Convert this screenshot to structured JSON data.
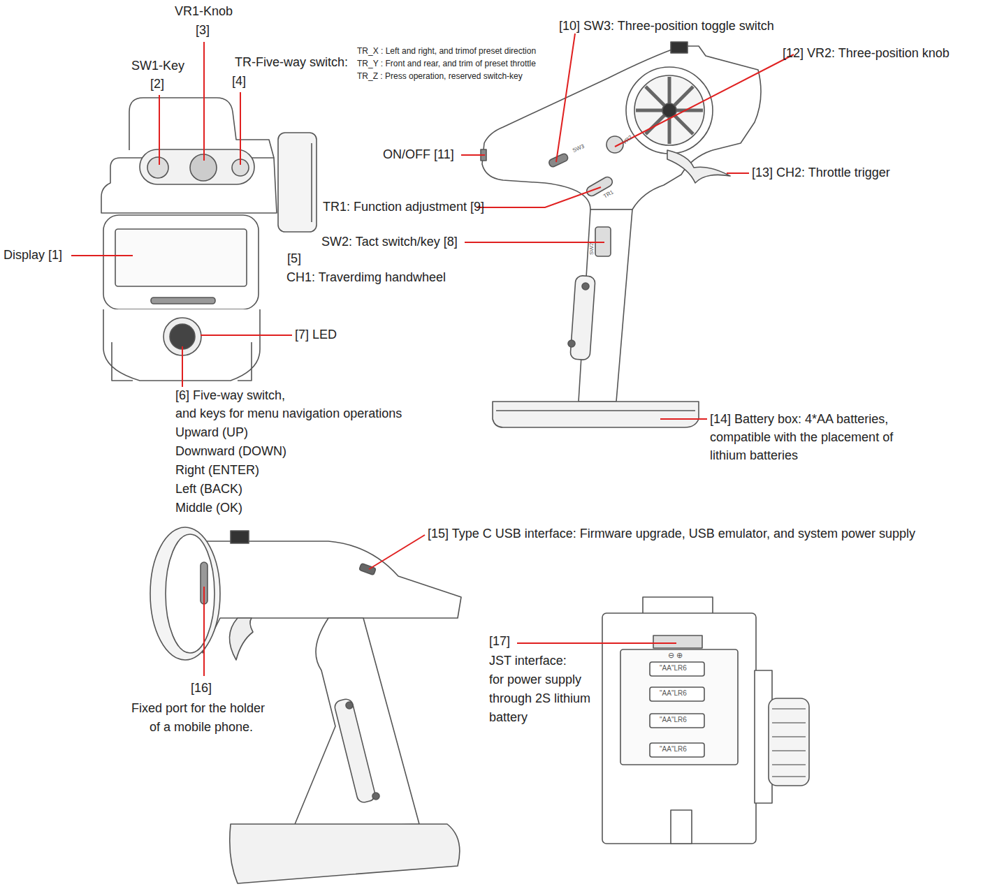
{
  "diagram": {
    "labels": [
      "VR1-Knob",
      "[3]",
      "SW1-Key",
      "[2]",
      "TR-Five-way switch:",
      "[4]",
      "TR_X : Left and right, and trimof preset direction",
      "TR_Y : Front and rear, and trim of preset throttle",
      "TR_Z : Press operation, reserved switch-key",
      "[10] SW3: Three-position toggle switch",
      "[12] VR2: Three-position knob",
      "ON/OFF [11]",
      "[13] CH2: Throttle trigger",
      "TR1: Function adjustment [9]",
      "SW2: Tact switch/key [8]",
      "Display [1]",
      "[5]",
      "CH1: Traverdimg handwheel",
      "[7] LED",
      "[6] Five-way switch,",
      "and keys for menu navigation operations",
      "Upward (UP)",
      "Downward (DOWN)",
      "Right (ENTER)",
      "Left (BACK)",
      "Middle (OK)",
      "[14] Battery box: 4*AA batteries,",
      "compatible with the placement of",
      "lithium batteries",
      "[15] Type C USB interface: Firmware upgrade, USB emulator, and system power supply",
      "[16]",
      "Fixed port for the holder",
      "of a mobile phone.",
      "[17]",
      "JST interface:",
      "for power supply",
      "through 2S lithium",
      "battery",
      "SW3",
      "VR2",
      "TR1",
      "SW2",
      "⊖ ⊕",
      "\"AA\"LR6",
      "\"AA\"LR6",
      "\"AA\"LR6",
      "\"AA\"LR6"
    ]
  }
}
